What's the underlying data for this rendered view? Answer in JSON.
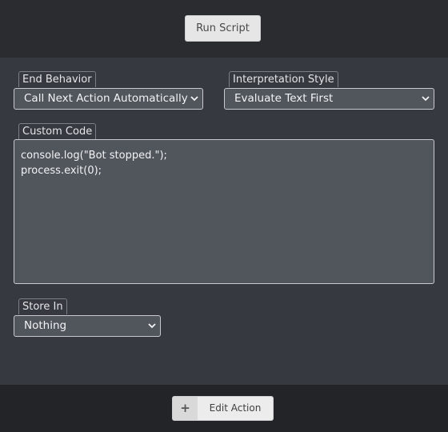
{
  "header": {
    "run_label": "Run Script"
  },
  "fields": {
    "end_behavior": {
      "label": "End Behavior",
      "value": "Call Next Action Automatically"
    },
    "interpretation_style": {
      "label": "Interpretation Style",
      "value": "Evaluate Text First"
    },
    "custom_code": {
      "label": "Custom Code",
      "value": "console.log(\"Bot stopped.\");\nprocess.exit(0);"
    },
    "store_in": {
      "label": "Store In",
      "value": "Nothing"
    }
  },
  "footer": {
    "edit_icon": "plus-icon",
    "edit_icon_glyph": "+",
    "edit_label": "Edit Action"
  },
  "colors": {
    "top_bar": "#2b2c30",
    "panel": "#36393f",
    "field_bg": "#51555c",
    "bottom_bar": "#232428",
    "button_bg": "#e6e6e6"
  }
}
